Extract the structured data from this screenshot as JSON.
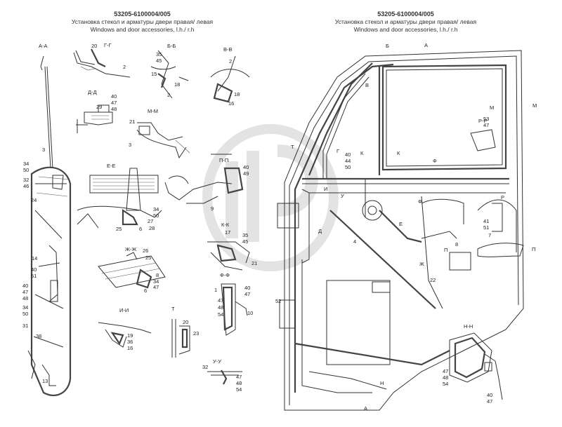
{
  "header_left": {
    "code": "53205-6100004/005",
    "title_ru": "Установка стекол и арматуры двери правая/ левая",
    "title_en": "Windows and door accessories, l.h./ r.h"
  },
  "header_right": {
    "code": "53205-6100004/005",
    "title_ru": "Установка стекол и арматуры двери правая/ левая",
    "title_en": "Windows and door accessories, l.h./ r.h"
  },
  "sections": {
    "aa": "А-А",
    "gg": "Г-Г",
    "bb": "Б-Б",
    "vv": "В-В",
    "dd": "Д-Д",
    "mm": "М-М",
    "ee": "Е-Е",
    "pp": "П-П",
    "kk": "К-К",
    "zhzh": "Ж-Ж",
    "ii": "И-И",
    "ff": "Ф-Ф",
    "t": "Т",
    "uu": "У-У",
    "rr": "Р-Р",
    "nn": "Н-Н"
  },
  "part_labels": {
    "p20": "20",
    "p2": "2",
    "p35": "35",
    "p45": "45",
    "p15": "15",
    "p18": "18",
    "p40": "40",
    "p47": "47",
    "p48": "48",
    "p29": "29",
    "p21": "21",
    "p3": "3",
    "p16": "16",
    "p34": "34",
    "p50": "50",
    "p32": "32",
    "p46": "46",
    "p24": "24",
    "p14": "14",
    "p51": "51",
    "p31": "31",
    "p38": "38",
    "p13": "13",
    "p25": "25",
    "p6": "6",
    "p27": "27",
    "p28": "28",
    "p49": "49",
    "p17": "17",
    "p26": "26",
    "p8": "8",
    "p19": "19",
    "p36": "36",
    "p23": "23",
    "p10": "10",
    "p1": "1",
    "p54": "54",
    "p44": "44",
    "p53": "53",
    "p41": "41",
    "p4": "4",
    "p22": "22",
    "p52": "52",
    "p7": "7",
    "p9": "9"
  },
  "markers": {
    "A": "А",
    "B": "Б",
    "V": "В",
    "G": "Г",
    "D": "Д",
    "E": "Е",
    "Zh": "Ж",
    "I": "И",
    "K": "К",
    "M": "М",
    "N": "Н",
    "P": "П",
    "R": "Р",
    "T": "Т",
    "U": "У",
    "F": "Ф"
  }
}
